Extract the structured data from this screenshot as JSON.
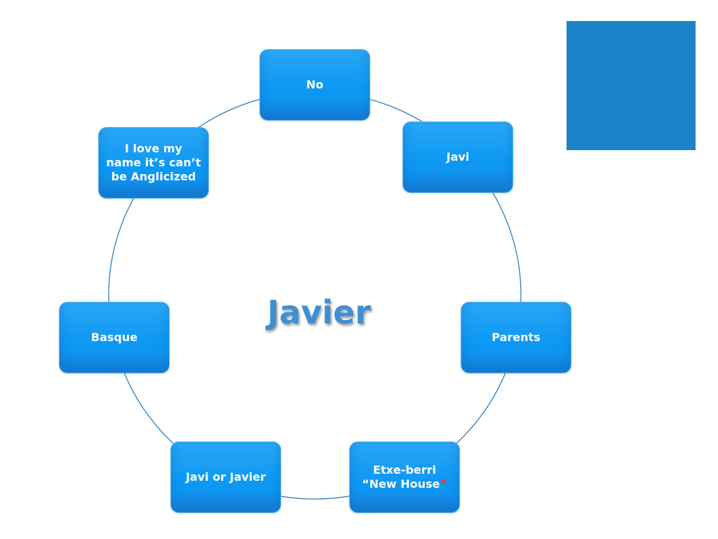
{
  "center": {
    "title": "Javier"
  },
  "nodes": [
    {
      "id": "no",
      "lines": [
        "No"
      ]
    },
    {
      "id": "javi",
      "lines": [
        "Javi"
      ]
    },
    {
      "id": "parents",
      "lines": [
        "Parents"
      ]
    },
    {
      "id": "etxe-berri",
      "lines": [
        "Etxe-berri",
        "“New House"
      ],
      "closing_quote": "”"
    },
    {
      "id": "javi-or-javier",
      "lines": [
        "Javi or Javier"
      ]
    },
    {
      "id": "basque",
      "lines": [
        "Basque"
      ]
    },
    {
      "id": "i-love-my-name",
      "lines": [
        "I love my",
        "name it’s can’t",
        "be Anglicized"
      ]
    }
  ],
  "colors": {
    "node_fill": "#0b98f3",
    "ring": "#2a7fc0",
    "title": "#3f8fd2",
    "corner_square": "#1e84c9",
    "quote_accent": "#ff2b2b"
  }
}
